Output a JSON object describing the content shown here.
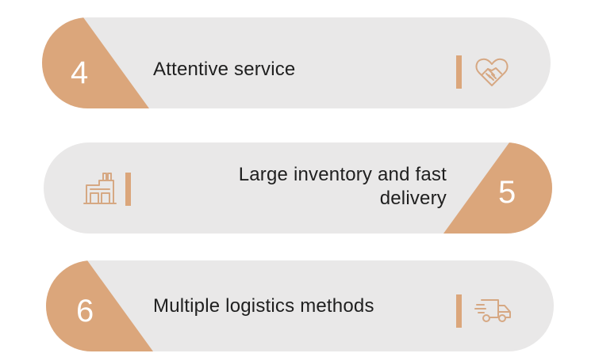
{
  "features": [
    {
      "number": "4",
      "lines": [
        "Attentive service"
      ],
      "icon": "heart-handshake-icon"
    },
    {
      "number": "5",
      "lines": [
        "Large inventory and fast",
        "delivery"
      ],
      "icon": "warehouse-icon"
    },
    {
      "number": "6",
      "lines": [
        "Multiple logistics methods"
      ],
      "icon": "delivery-truck-icon"
    }
  ],
  "colors": {
    "accent": "#dba67b",
    "card": "#e9e8e8",
    "text": "#1f1f1f"
  }
}
